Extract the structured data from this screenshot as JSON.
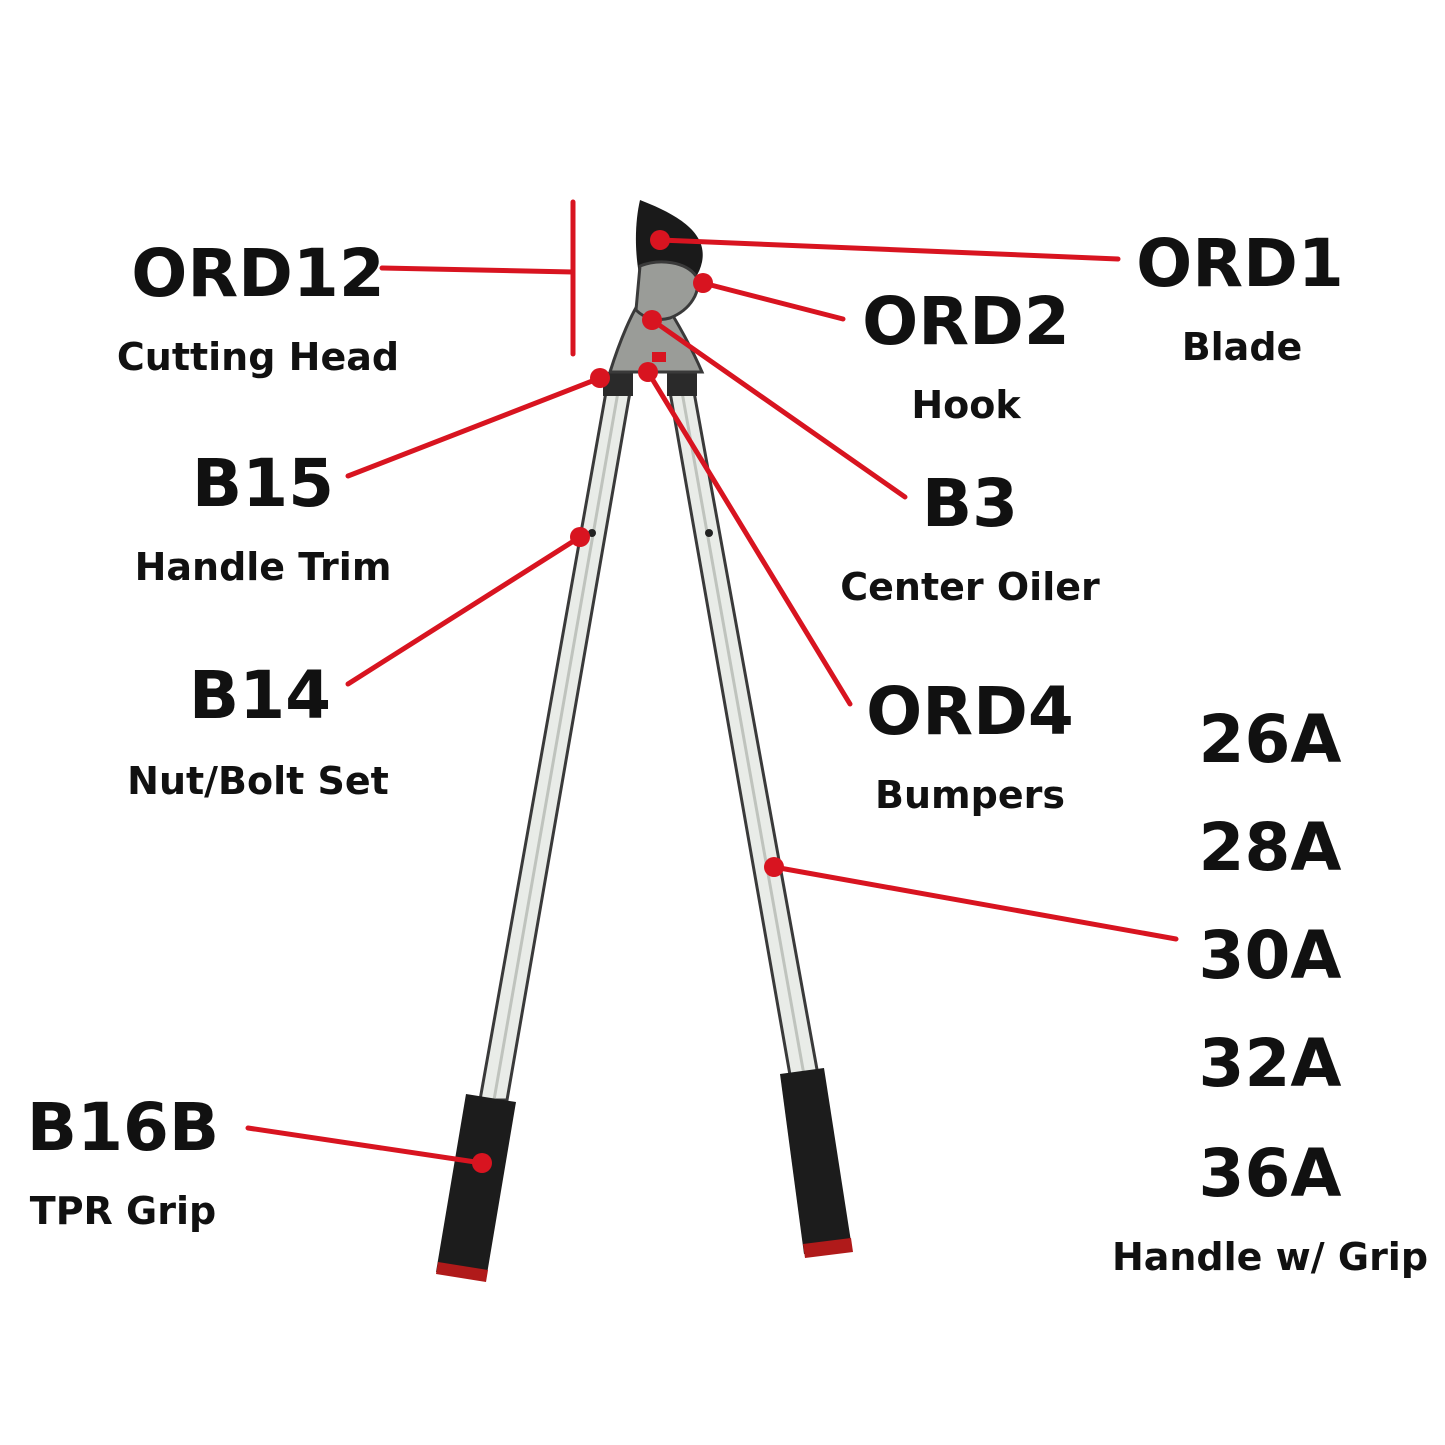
{
  "colors": {
    "leader": "#d81420",
    "handle_metal": "#e9ece8",
    "handle_edge": "#3a3a3a",
    "grip": "#1c1c1c",
    "grip_cap": "#b01a1a",
    "blade": "#1a1a1a"
  },
  "parts": [
    {
      "id": "ord12",
      "code": "ORD12",
      "desc": "Cutting Head"
    },
    {
      "id": "ord1",
      "code": "ORD1",
      "desc": "Blade"
    },
    {
      "id": "ord2",
      "code": "ORD2",
      "desc": "Hook"
    },
    {
      "id": "b15",
      "code": "B15",
      "desc": "Handle Trim"
    },
    {
      "id": "b3",
      "code": "B3",
      "desc": "Center Oiler"
    },
    {
      "id": "b14",
      "code": "B14",
      "desc": "Nut/Bolt Set"
    },
    {
      "id": "ord4",
      "code": "ORD4",
      "desc": "Bumpers"
    },
    {
      "id": "b16b",
      "code": "B16B",
      "desc": "TPR Grip"
    }
  ],
  "handle_sizes": {
    "codes": [
      "26A",
      "28A",
      "30A",
      "32A",
      "36A"
    ],
    "desc": "Handle w/ Grip"
  }
}
